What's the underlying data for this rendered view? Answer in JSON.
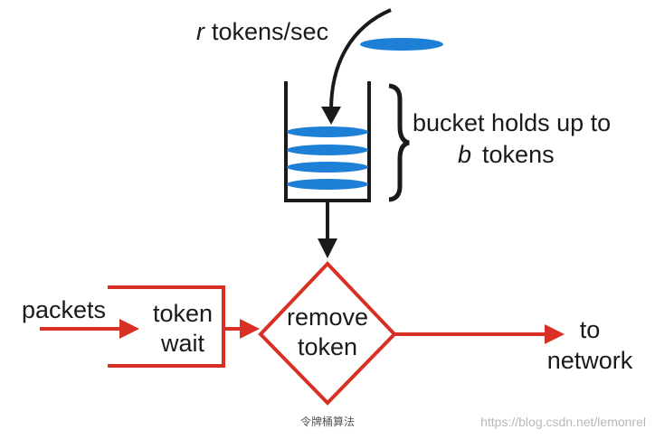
{
  "rate": {
    "variable": "r",
    "text": "tokens/sec"
  },
  "capacity": {
    "line1": "bucket holds up to",
    "variable": "b",
    "line2_rest": "tokens"
  },
  "input_label": "packets",
  "wait_box": {
    "line1": "token",
    "line2": "wait"
  },
  "decision": {
    "line1": "remove",
    "line2": "token"
  },
  "output": {
    "line1": "to",
    "line2": "network"
  },
  "caption": "令牌桶算法",
  "watermark": "https://blog.csdn.net/lemonrel",
  "colors": {
    "token": "#1e7fd6",
    "flow": "#d93025",
    "outline": "#1a1a1a"
  }
}
